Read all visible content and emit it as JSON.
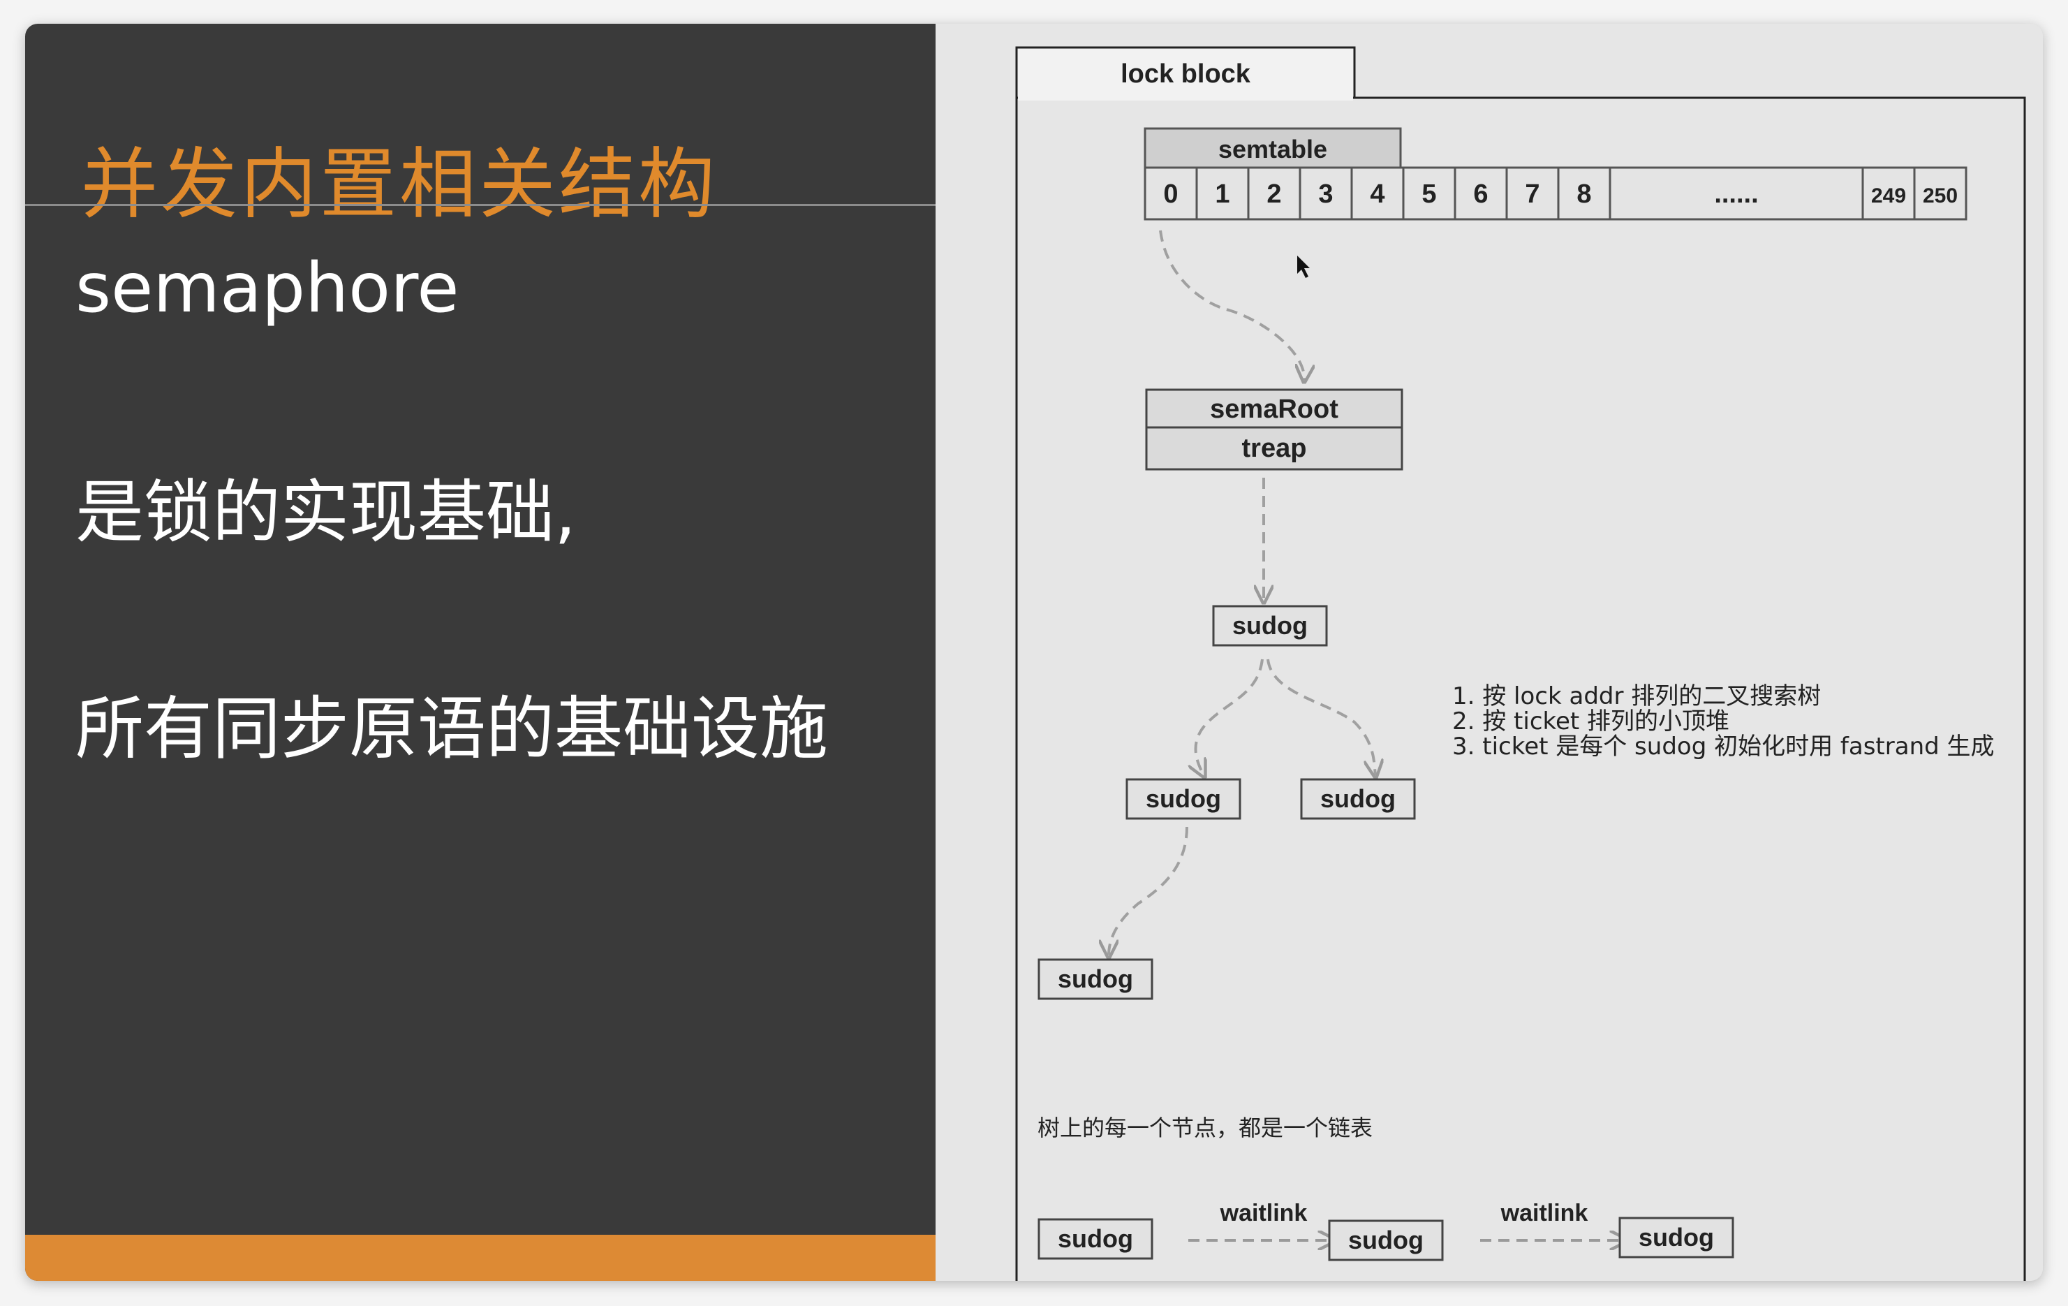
{
  "slide": {
    "title": "并发内置相关结构",
    "subtitle": "semaphore",
    "line1": "是锁的实现基础,",
    "line2": "所有同步原语的基础设施"
  },
  "diagram": {
    "tab_label": "lock block",
    "semtable": {
      "header": "semtable",
      "cells": [
        "0",
        "1",
        "2",
        "3",
        "4",
        "5",
        "6",
        "7",
        "8",
        "......",
        "249",
        "250"
      ]
    },
    "semaroot": {
      "title": "semaRoot",
      "subtitle": "treap"
    },
    "nodes": {
      "root": "sudog",
      "left": "sudog",
      "right": "sudog",
      "leftleft": "sudog"
    },
    "notes": [
      "1. 按 lock addr 排列的二叉搜索树",
      "2. 按 ticket 排列的小顶堆",
      "3. ticket 是每个 sudog 初始化时用 fastrand 生成"
    ],
    "list_caption": "树上的每一个节点，都是一个链表",
    "chain": {
      "items": [
        "sudog",
        "sudog",
        "sudog"
      ],
      "links": [
        "waitlink",
        "waitlink"
      ]
    }
  },
  "colors": {
    "slide_bg": "#3a3a3a",
    "title_orange": "#e08a2c",
    "bottom_bar": "#dd8a34",
    "diagram_bg": "#e6e6e6",
    "box_header": "#cfcfcf"
  }
}
